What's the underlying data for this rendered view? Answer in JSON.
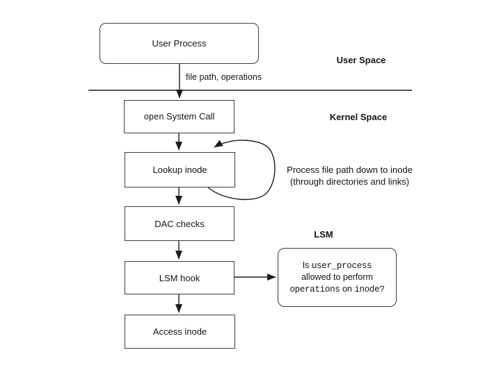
{
  "diagram": {
    "flow_label": "file path, operations",
    "region_labels": {
      "user_space": "User Space",
      "kernel_space": "Kernel Space",
      "lsm": "LSM"
    },
    "nodes": {
      "user_process": "User Process",
      "open_syscall": {
        "mono": "open",
        "rest": " System Call"
      },
      "lookup_inode": "Lookup inode",
      "dac_checks": "DAC checks",
      "lsm_hook": "LSM hook",
      "access_inode": "Access inode"
    },
    "annotation": {
      "line1": "Process file path down to inode",
      "line2": "(through directories and links)"
    },
    "decision": {
      "l1a": "Is ",
      "l1b": "user_process",
      "l2": "allowed to perform",
      "l3a": "operations",
      "l3b": " on ",
      "l3c": "inode?"
    },
    "colors": {
      "border": "#3a3a3a",
      "text": "#141414",
      "line": "#1c1c1c",
      "background": "#ffffff"
    }
  }
}
